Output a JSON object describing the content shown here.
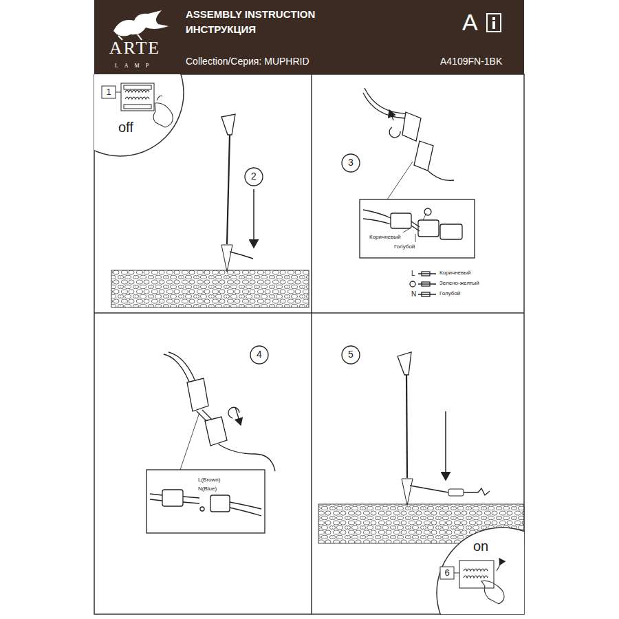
{
  "diagram": {
    "title": "ASSEMBLY INSTRUCTION",
    "labels": [
      "ARTE",
      "LAMP",
      "ИНСТРУКЦИЯ",
      "Collection/Серия: MUPHRID",
      "A",
      "A4109FN-1BK",
      "1",
      "off",
      "2",
      "3",
      "Коричневый",
      "Голубой",
      "L",
      "Коричневый",
      "Зелено-желтый",
      "N",
      "Голубой",
      "4",
      "L(Brown)",
      "N(Blue)",
      "5",
      "on",
      "6"
    ]
  }
}
